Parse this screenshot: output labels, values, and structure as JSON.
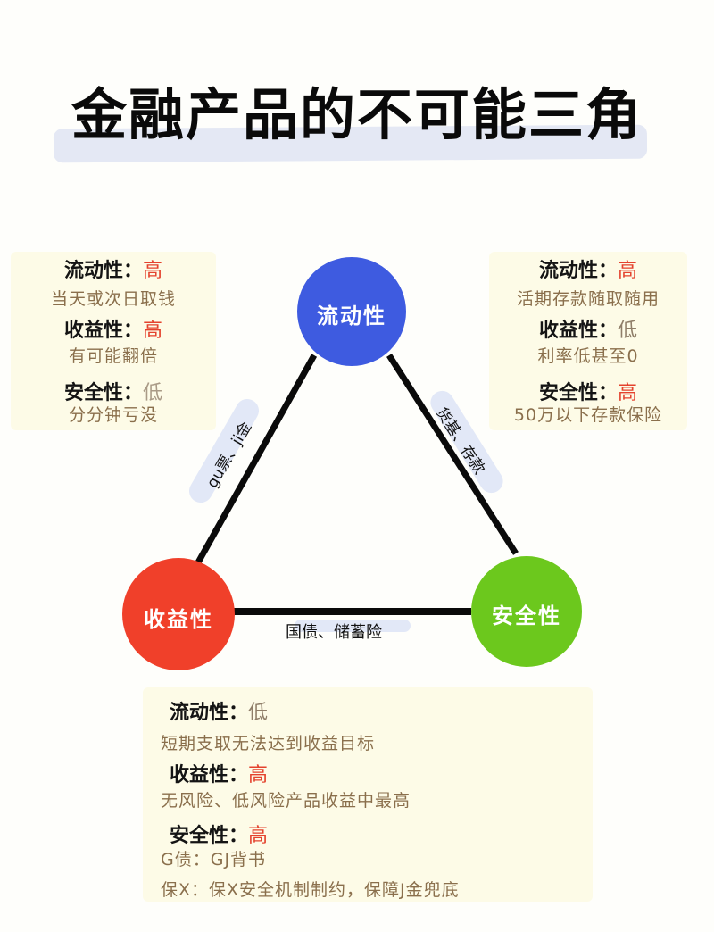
{
  "title": "金融产品的不可能三角",
  "nodes": {
    "liquidity": {
      "label": "流动性",
      "color": "#3e5be0"
    },
    "yield": {
      "label": "收益性",
      "color": "#f0402a"
    },
    "safety": {
      "label": "安全性",
      "color": "#6cc81d"
    }
  },
  "edges": {
    "liquidity_yield": "gu票、ji金",
    "liquidity_safety": "货基、存款",
    "yield_safety": "国债、储蓄险"
  },
  "cards": {
    "left": {
      "liquidity_label": "流动性：",
      "liquidity_value": "高",
      "liquidity_note": "当天或次日取钱",
      "yield_label": "收益性：",
      "yield_value": "高",
      "yield_note": "有可能翻倍",
      "safety_label": "安全性：",
      "safety_value": "低",
      "safety_note": "分分钟亏没"
    },
    "right": {
      "liquidity_label": "流动性：",
      "liquidity_value": "高",
      "liquidity_note": "活期存款随取随用",
      "yield_label": "收益性：",
      "yield_value": "低",
      "yield_note": "利率低甚至0",
      "safety_label": "安全性：",
      "safety_value": "高",
      "safety_note": "50万以下存款保险"
    },
    "bottom": {
      "liquidity_label": "流动性：",
      "liquidity_value": "低",
      "liquidity_note": "短期支取无法达到收益目标",
      "yield_label": "收益性：",
      "yield_value": "高",
      "yield_note": "无风险、低风险产品收益中最高",
      "safety_label": "安全性：",
      "safety_value": "高",
      "safety_note_1": "G债：GJ背书",
      "safety_note_2": "保X：保X安全机制制约，保障J金兜底"
    }
  },
  "colors": {
    "high": "#e4422d",
    "low": "#a99a86",
    "note": "#8a6f4c",
    "card_bg": "#fdfbe7"
  }
}
